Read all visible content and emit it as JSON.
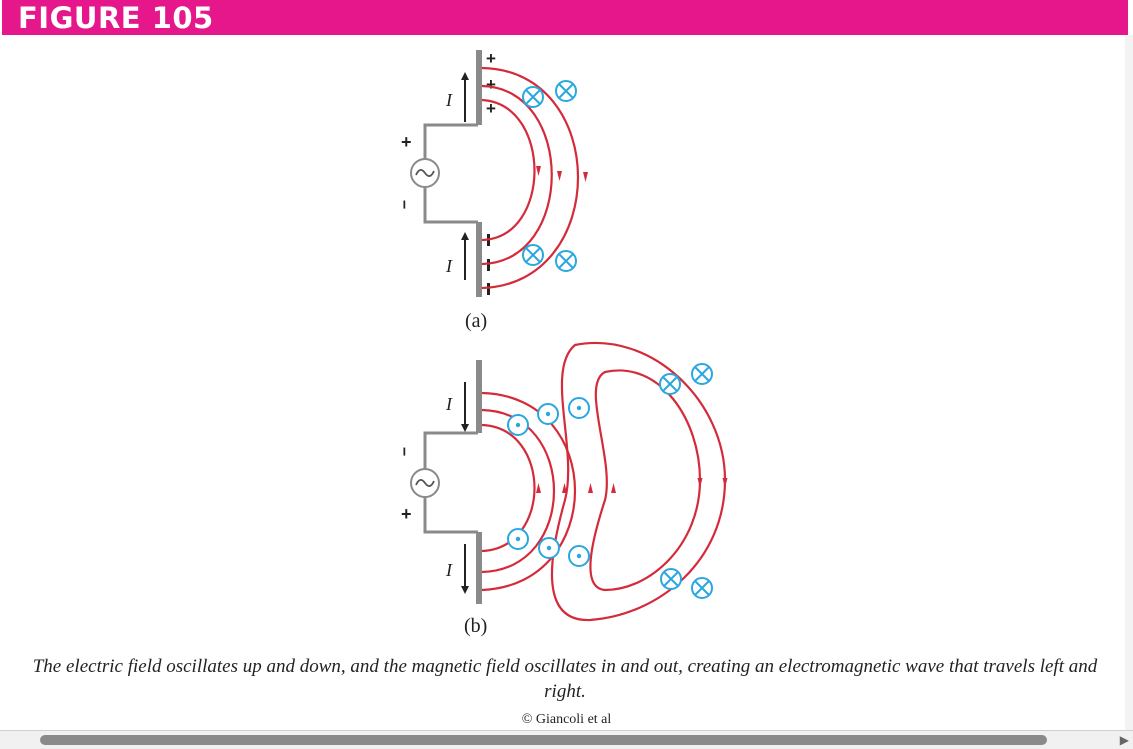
{
  "header": {
    "title": "FIGURE 105",
    "color": "#e5178b"
  },
  "figure": {
    "panel_a_label": "(a)",
    "panel_b_label": "(b)",
    "current_symbol": "I",
    "plus_sign": "+",
    "minus_sign": "−",
    "field_line_color": "#d42b3a",
    "magnetic_symbol_color": "#2aa7e0",
    "into_page_symbol": "circle-cross-icon",
    "out_of_page_symbol": "circle-dot-icon",
    "ac_source_icon": "ac-source-icon"
  },
  "caption": "The electric field oscillates up and down, and the magnetic field oscillates in and out, creating an electromagnetic wave that travels left and right.",
  "credit": "© Giancoli et al"
}
